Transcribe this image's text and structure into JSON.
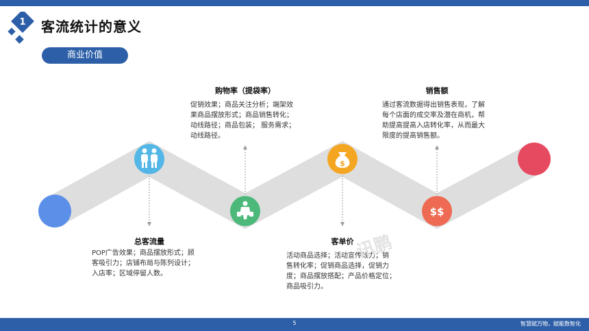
{
  "header": {
    "slide_number": "1",
    "title": "客流统计的意义",
    "section_pill": "商业价值"
  },
  "flow": [
    {
      "heading": "总客流量",
      "icon": "empty-circle",
      "color": "#5b8fe8",
      "desc": [
        "POP广告效果；商品摆放形式；顾",
        "客吸引力；店铺布局与陈列设计；",
        "入店率；区域停留人数。"
      ]
    },
    {
      "heading": "",
      "icon": "people-icon",
      "color": "#52b6e6",
      "desc": []
    },
    {
      "heading": "购物率（提袋率）",
      "icon": "shopper-icon",
      "color": "#4cb87a",
      "desc": [
        "促销效果；商品关注分析；端架效",
        "果商品摆放形式；商品销售转化；",
        "动线路径；商品包装；  服务需求；",
        "动线路径。"
      ]
    },
    {
      "heading": "客单价",
      "icon": "money-bag-icon",
      "color": "#f4a623",
      "desc": [
        "活动商品选择；活动宣传效力；销",
        "售转化率；促销商品选择，促销力",
        "度；商品摆放搭配；产品价格定位；",
        "商品吸引力。"
      ]
    },
    {
      "heading": "销售额",
      "icon": "dollar-icon",
      "color": "#ef6a53",
      "icon_text": "$$",
      "desc": [
        "通过客流数据得出销售表现，了解",
        "每个店面的成交率及潜在商机，帮",
        "助提高提高入店转化率，从而最大",
        "限度的提高销售额。"
      ]
    },
    {
      "heading": "",
      "icon": "empty-circle",
      "color": "#e64a60",
      "desc": []
    }
  ],
  "icon_symbols": {
    "money": "$"
  },
  "watermark": "讯鹏",
  "footer": {
    "page": "5",
    "slogan": "智慧赋万物，赋能数智化"
  }
}
